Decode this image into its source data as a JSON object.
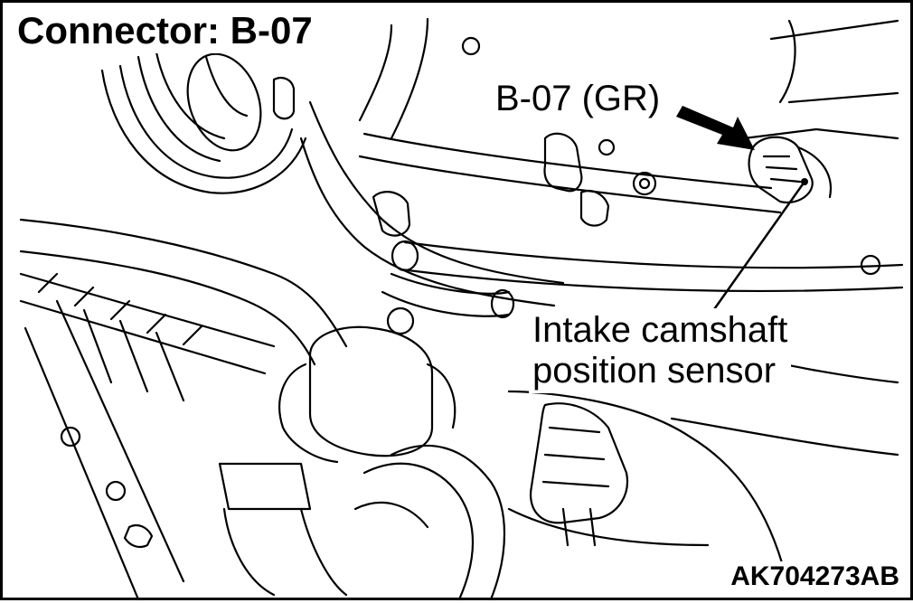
{
  "title": "Connector: B-07",
  "connector_label": "B-07 (GR)",
  "sensor_label": {
    "line1": "Intake camshaft",
    "line2": "position sensor"
  },
  "figure_id": "AK704273AB",
  "colors": {
    "ink": "#000000",
    "paper": "#ffffff"
  },
  "icons": [
    "arrow-pointer-icon",
    "leader-line"
  ]
}
